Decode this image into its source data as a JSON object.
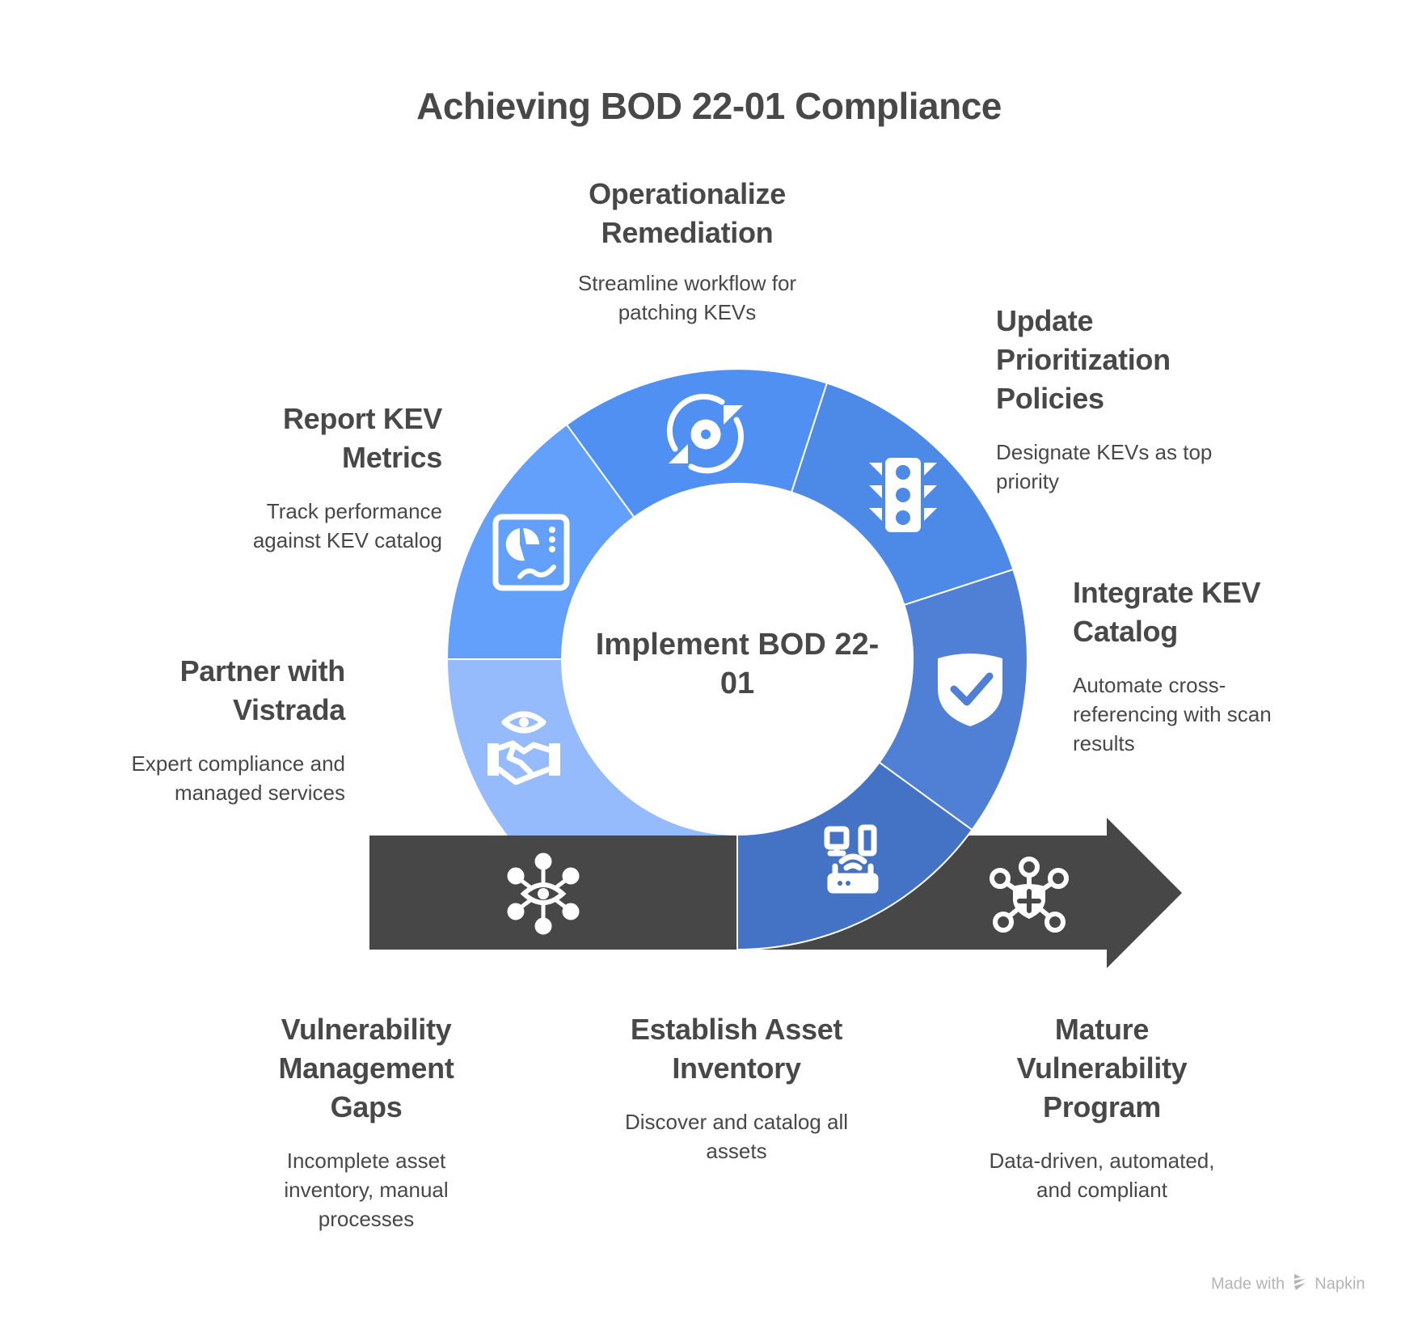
{
  "title": "Achieving BOD 22-01 Compliance",
  "center_label": "Implement BOD 22-01",
  "colors": {
    "text": "#484848",
    "bar": "#474747",
    "segment_operationalize": "#4F90F2",
    "segment_update": "#4D89E6",
    "segment_integrate": "#4F80D5",
    "segment_asset": "#4472C4",
    "segment_partner": "#95BBFC",
    "segment_report": "#63A0FC",
    "divider": "#ffffff",
    "watermark": "#b4b4b4"
  },
  "cycle_steps": [
    {
      "id": "operationalize",
      "title": "Operationalize Remediation",
      "description": "Streamline workflow for patching KEVs",
      "icon": "gear-refresh-icon"
    },
    {
      "id": "update",
      "title": "Update Prioritization Policies",
      "description": "Designate KEVs as top priority",
      "icon": "traffic-light-icon"
    },
    {
      "id": "integrate",
      "title": "Integrate KEV Catalog",
      "description": "Automate cross-referencing with scan results",
      "icon": "shield-check-icon"
    },
    {
      "id": "asset",
      "title": "Establish Asset Inventory",
      "description": "Discover and catalog all assets",
      "icon": "network-devices-icon"
    },
    {
      "id": "partner",
      "title": "Partner with Vistrada",
      "description": "Expert compliance and managed services",
      "icon": "handshake-eye-icon"
    },
    {
      "id": "report",
      "title": "Report KEV Metrics",
      "description": "Track performance against KEV catalog",
      "icon": "dashboard-chart-icon"
    }
  ],
  "arrow": {
    "start": {
      "title": "Vulnerability Management Gaps",
      "description": "Incomplete asset inventory, manual processes",
      "icon": "network-eye-icon"
    },
    "end": {
      "title": "Mature Vulnerability Program",
      "description": "Data-driven, automated, and compliant",
      "icon": "network-shield-plus-icon"
    }
  },
  "labels": {
    "operationalize_l1": "Operationalize",
    "operationalize_l2": "Remediation",
    "operationalize_d1": "Streamline workflow for",
    "operationalize_d2": "patching KEVs",
    "update_l1": "Update",
    "update_l2": "Prioritization",
    "update_l3": "Policies",
    "update_d1": "Designate KEVs as top",
    "update_d2": "priority",
    "integrate_l1": "Integrate KEV",
    "integrate_l2": "Catalog",
    "integrate_d1": "Automate cross-",
    "integrate_d2": "referencing with scan",
    "integrate_d3": "results",
    "asset_l1": "Establish Asset",
    "asset_l2": "Inventory",
    "asset_d1": "Discover and catalog all",
    "asset_d2": "assets",
    "partner_l1": "Partner with",
    "partner_l2": "Vistrada",
    "partner_d1": "Expert compliance and",
    "partner_d2": "managed services",
    "report_l1": "Report KEV",
    "report_l2": "Metrics",
    "report_d1": "Track performance",
    "report_d2": "against KEV catalog",
    "start_l1": "Vulnerability",
    "start_l2": "Management",
    "start_l3": "Gaps",
    "start_d1": "Incomplete asset",
    "start_d2": "inventory, manual",
    "start_d3": "processes",
    "end_l1": "Mature",
    "end_l2": "Vulnerability",
    "end_l3": "Program",
    "end_d1": "Data-driven, automated,",
    "end_d2": "and compliant",
    "center_l1": "Implement BOD 22-",
    "center_l2": "01"
  },
  "watermark": {
    "prefix": "Made with",
    "brand": "Napkin"
  }
}
